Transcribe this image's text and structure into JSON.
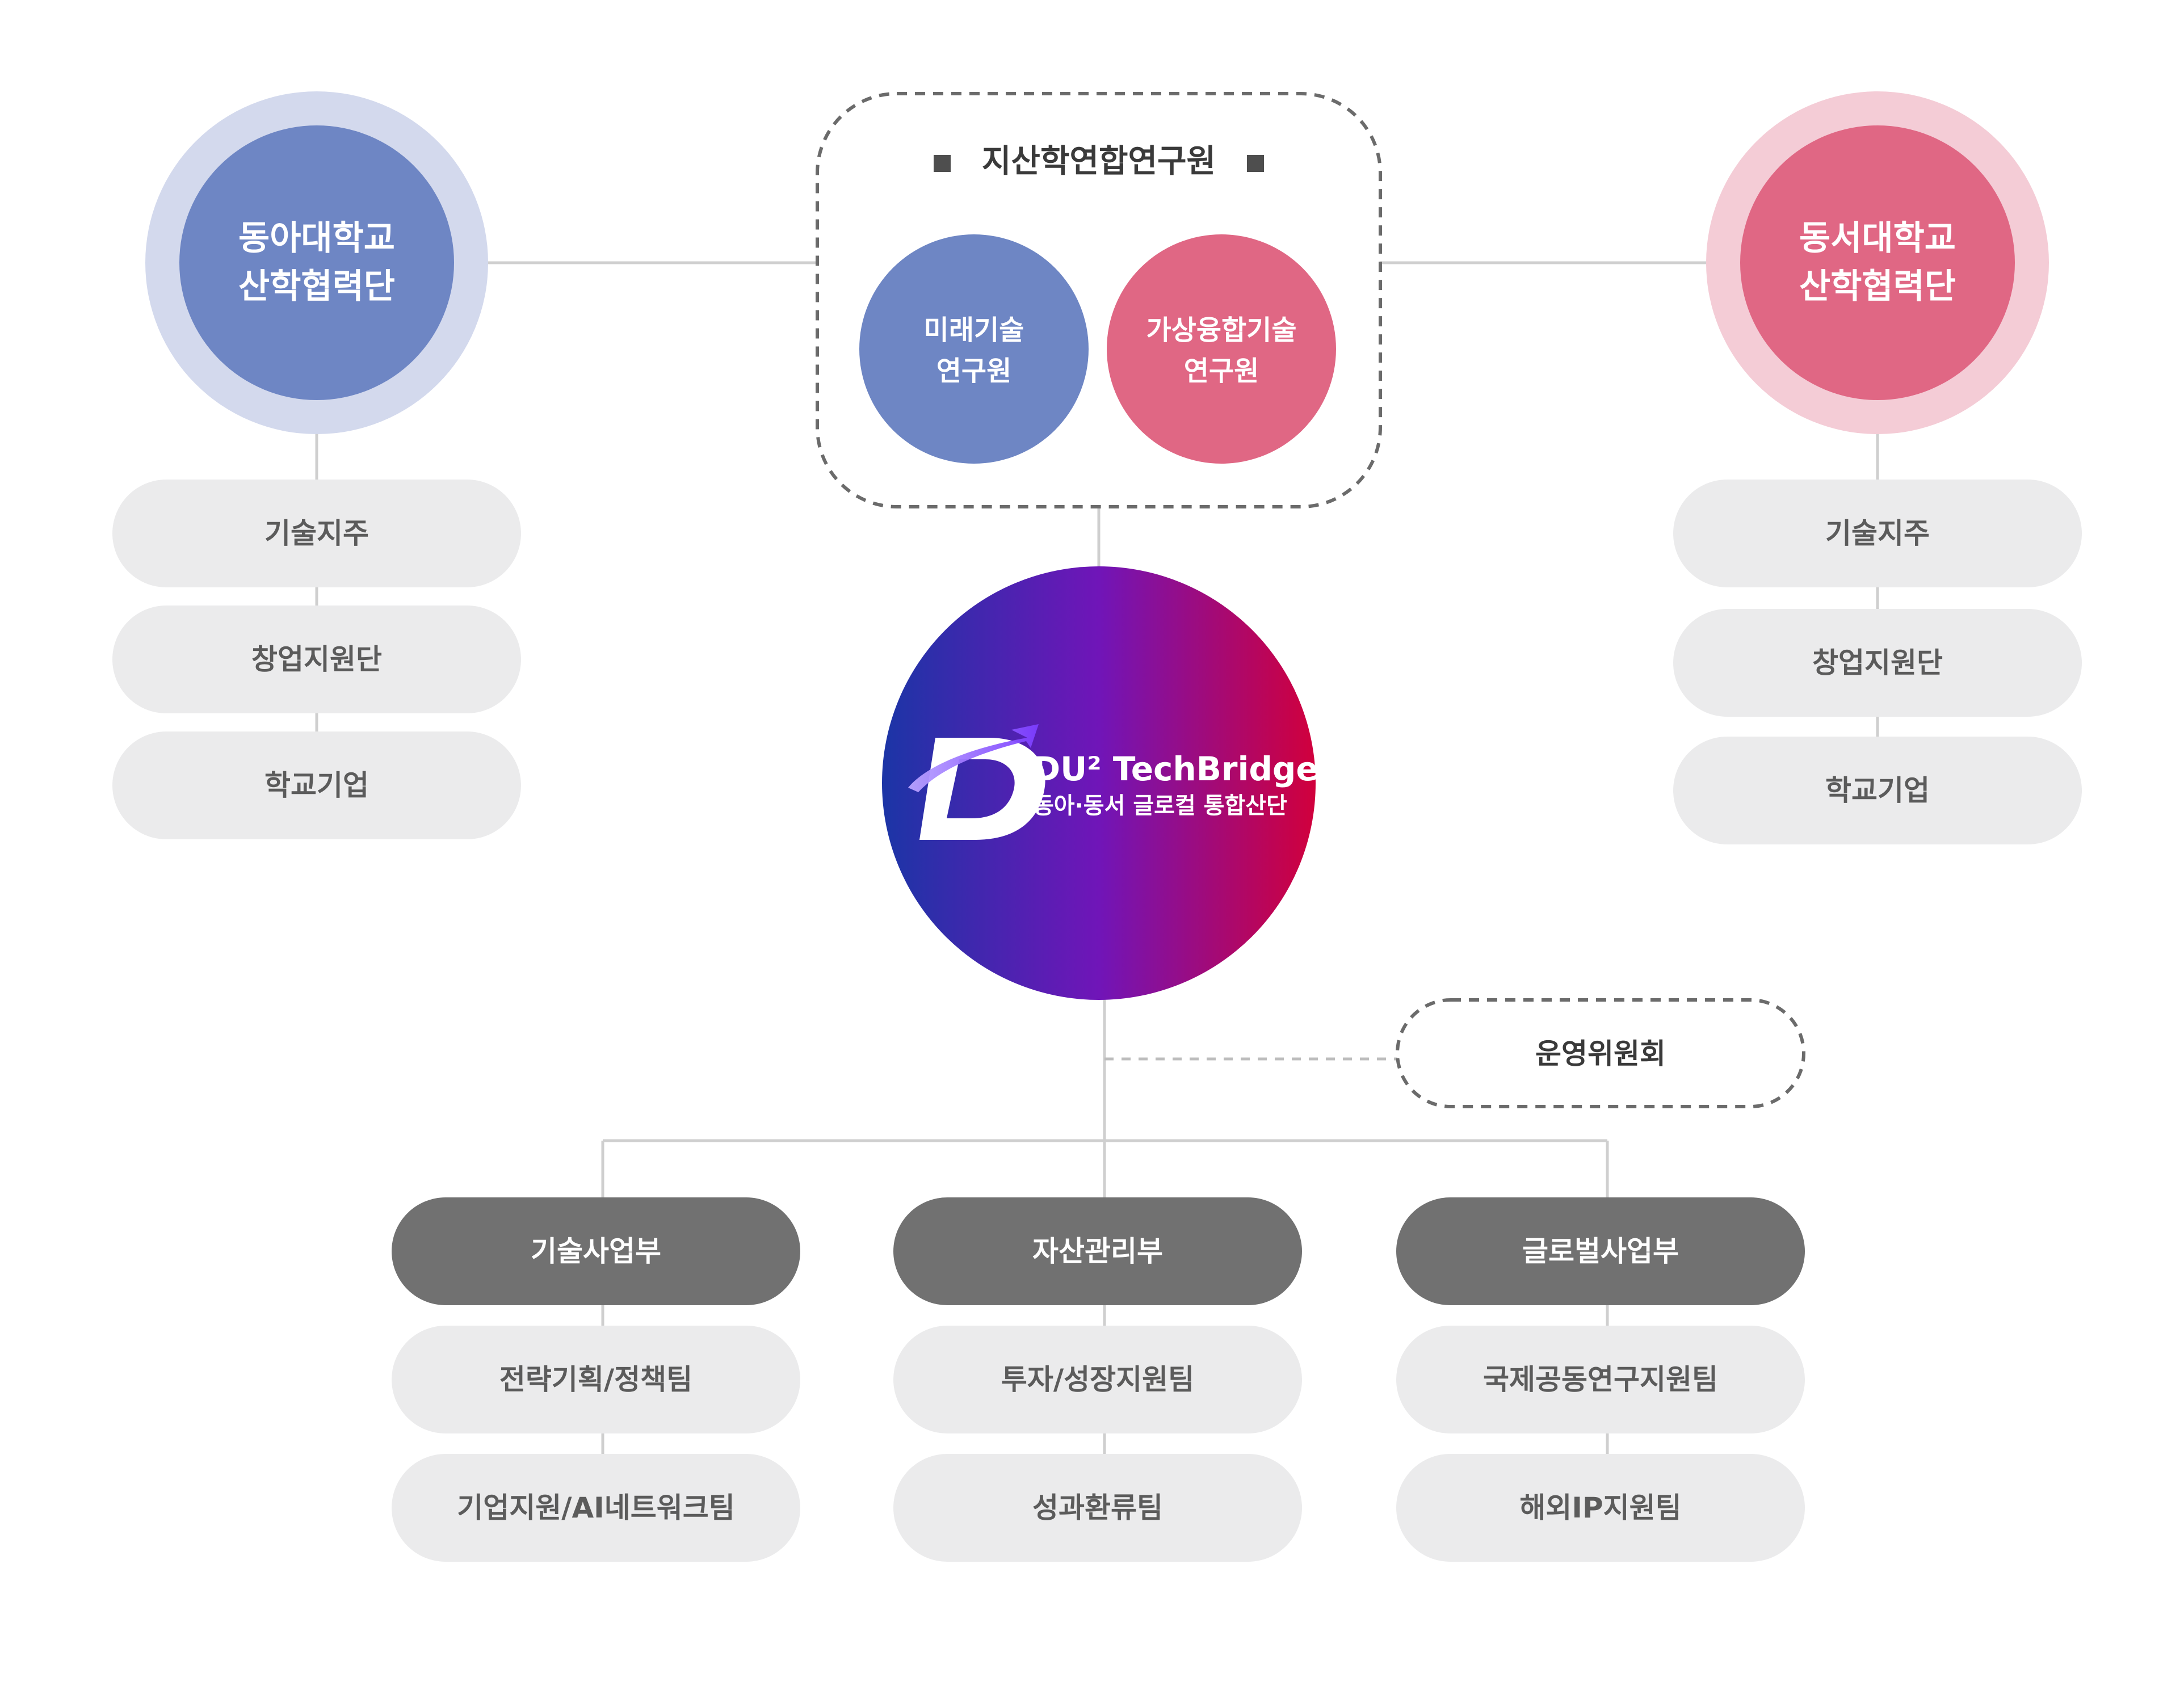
{
  "institute": {
    "title": "지산학연합연구원",
    "left_circle_line1": "미래기술",
    "left_circle_line2": "연구원",
    "right_circle_line1": "가상융합기술",
    "right_circle_line2": "연구원"
  },
  "left_university": {
    "line1": "동아대학교",
    "line2": "산학협력단",
    "items": [
      "기술지주",
      "창업지원단",
      "학교기업"
    ]
  },
  "right_university": {
    "line1": "동서대학교",
    "line2": "산학협력단",
    "items": [
      "기술지주",
      "창업지원단",
      "학교기업"
    ]
  },
  "center": {
    "logo_title": "DU² TechBridge",
    "logo_subtitle": "동아·동서 글로컬 통합산단"
  },
  "committee": {
    "label": "운영위원회"
  },
  "departments": [
    {
      "label": "기술사업부",
      "teams": [
        "전략기획/정책팀",
        "기업지원/AI네트워크팀"
      ]
    },
    {
      "label": "자산관리부",
      "teams": [
        "투자/성장지원팀",
        "성과환류팀"
      ]
    },
    {
      "label": "글로벌사업부",
      "teams": [
        "국제공동연구지원팀",
        "해외IP지원팀"
      ]
    }
  ],
  "colors": {
    "blue": "#6e86c4",
    "blue_ring": "#d3d9ed",
    "pink": "#e06784",
    "pink_ring": "#f4ccd6",
    "pill_gray": "#ebebec",
    "pill_text": "#5b5b5b",
    "dept_dark": "#717171",
    "line": "#cfcfcf",
    "gradient_start": "#1b35a6",
    "gradient_mid": "#7015b8",
    "gradient_end": "#d1003c"
  }
}
